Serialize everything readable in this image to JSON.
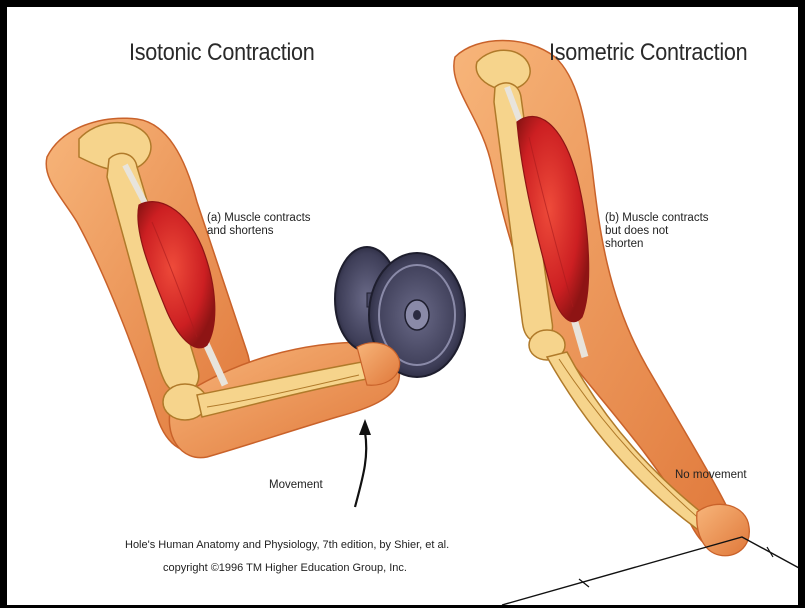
{
  "titles": {
    "isotonic": "Isotonic Contraction",
    "isometric": "Isometric Contraction"
  },
  "labels": {
    "a": "(a) Muscle contracts\nand shortens",
    "b": "(b) Muscle contracts\nbut does not\nshorten",
    "movement": "Movement",
    "no_movement": "No movement"
  },
  "credit": {
    "line1": "Hole's Human Anatomy and Physiology, 7th edition, by Shier, et al.",
    "line2": "copyright ©1996 TM Higher Education Group, Inc."
  },
  "colors": {
    "skin": "#f1a060",
    "skin_dark": "#c9622a",
    "bone": "#f6d48c",
    "bone_edge": "#b07a2a",
    "muscle": "#d8262a",
    "muscle_dark": "#8e1414",
    "tendon": "#e8e4dc",
    "dumbbell": "#4a4a66"
  }
}
